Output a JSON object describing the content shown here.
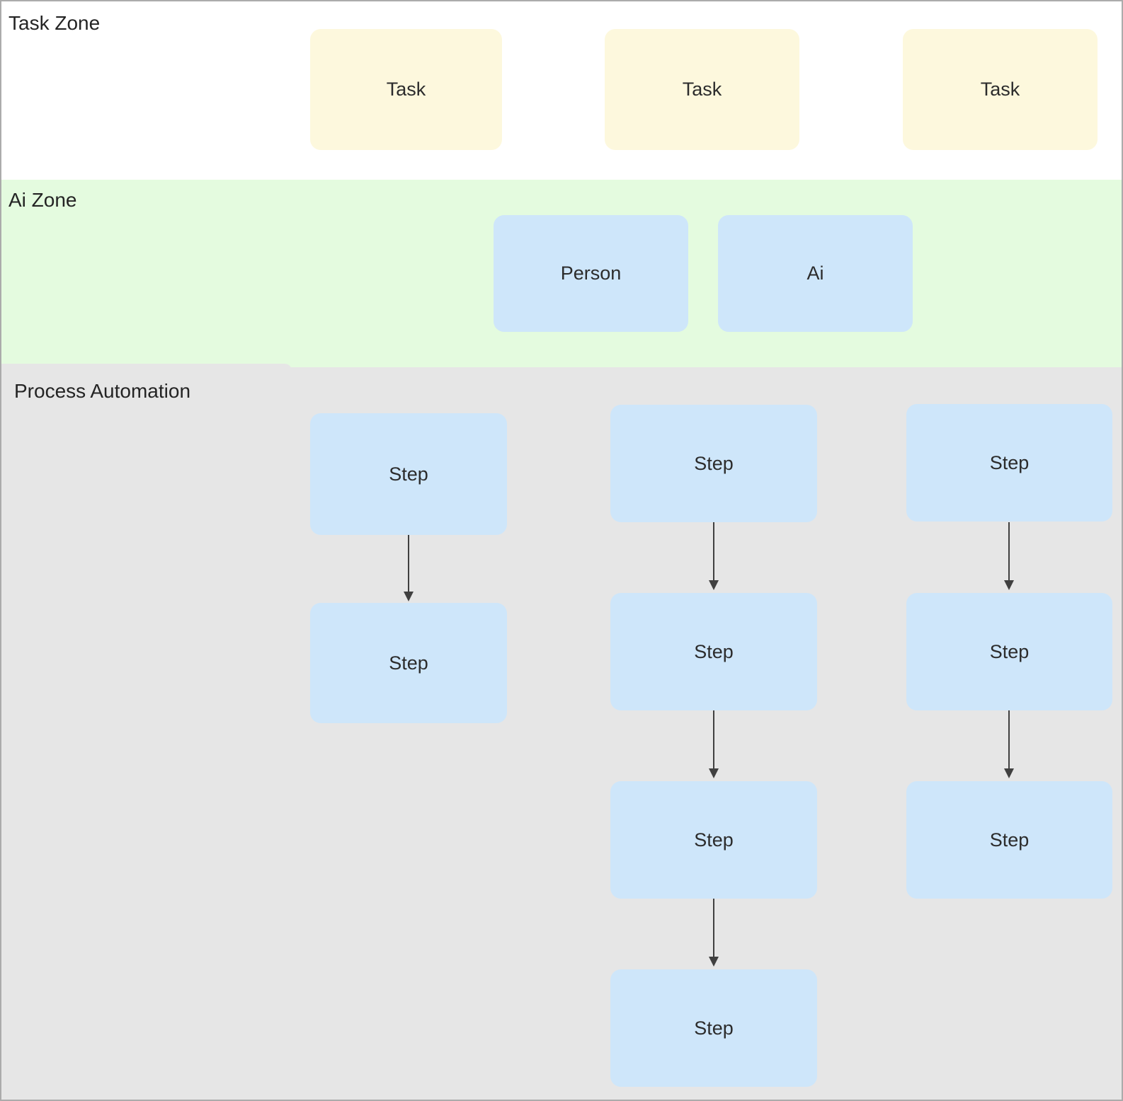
{
  "zones": {
    "task": {
      "label": "Task Zone",
      "background": "#ffffff"
    },
    "ai": {
      "label": "Ai Zone",
      "background": "#e4fbdf"
    },
    "process": {
      "label": "Process Automation",
      "background": "#e6e6e6"
    }
  },
  "task_nodes": [
    {
      "label": "Task"
    },
    {
      "label": "Task"
    },
    {
      "label": "Task"
    }
  ],
  "actor_nodes": [
    {
      "label": "Person"
    },
    {
      "label": "Ai"
    }
  ],
  "process_columns": [
    {
      "steps": [
        {
          "label": "Step"
        },
        {
          "label": "Step"
        }
      ]
    },
    {
      "steps": [
        {
          "label": "Step"
        },
        {
          "label": "Step"
        },
        {
          "label": "Step"
        },
        {
          "label": "Step"
        }
      ]
    },
    {
      "steps": [
        {
          "label": "Step"
        },
        {
          "label": "Step"
        },
        {
          "label": "Step"
        }
      ]
    }
  ],
  "colors": {
    "task_node_fill": "#fdf8dd",
    "step_node_fill": "#cee6fa",
    "zone_ai_fill": "#e4fbdf",
    "zone_process_fill": "#e6e6e6",
    "text": "#2b2b2b",
    "arrow": "#404040",
    "canvas_border": "#ababab"
  }
}
